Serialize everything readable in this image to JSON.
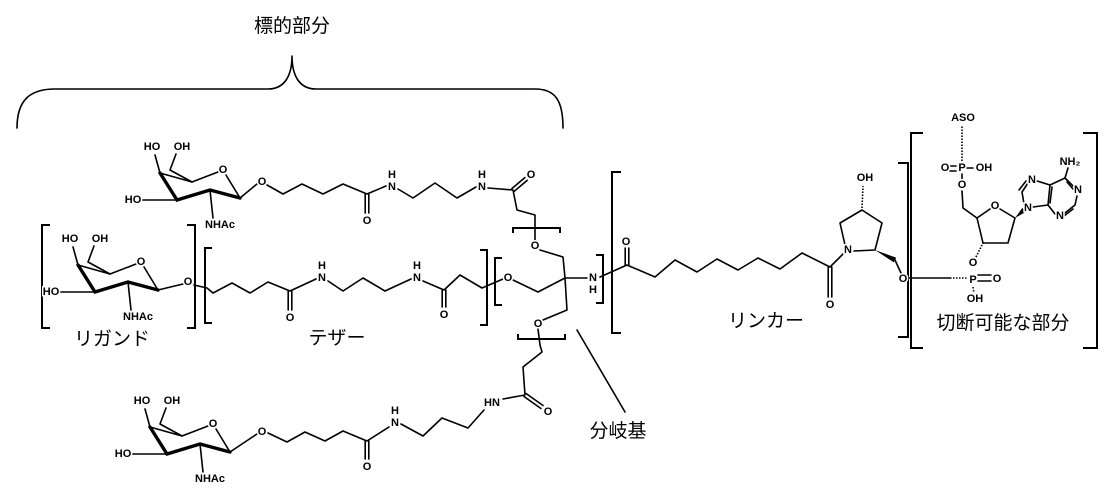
{
  "labels": {
    "targeting_moiety": "標的部分",
    "ligand": "リガンド",
    "tether": "テザー",
    "branch": "分岐基",
    "linker": "リンカー",
    "cleavable": "切断可能な部分"
  },
  "atoms": {
    "HO": "HO",
    "OH": "OH",
    "O": "O",
    "N": "N",
    "H": "H",
    "HN": "HN",
    "NHAc": "NHAc",
    "P": "P",
    "ASO": "ASO",
    "NH2": "NH₂"
  }
}
